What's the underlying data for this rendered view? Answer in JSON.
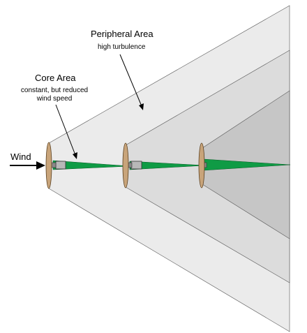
{
  "labels": {
    "peripheral_title": "Peripheral Area",
    "peripheral_subtitle": "high turbulence",
    "core_title": "Core Area",
    "core_subtitle_line1": "constant, but reduced",
    "core_subtitle_line2": "wind speed",
    "wind": "Wind"
  },
  "turbine_count": 3,
  "colors": {
    "zone_outer": "#ebebeb",
    "zone_middle": "#dcdcdc",
    "zone_inner": "#c6c6c6",
    "wake_green": "#0f9b45",
    "rotor_tan": "#c8a47a",
    "nacelle_gray": "#b8b8b8",
    "outline": "#555555"
  }
}
